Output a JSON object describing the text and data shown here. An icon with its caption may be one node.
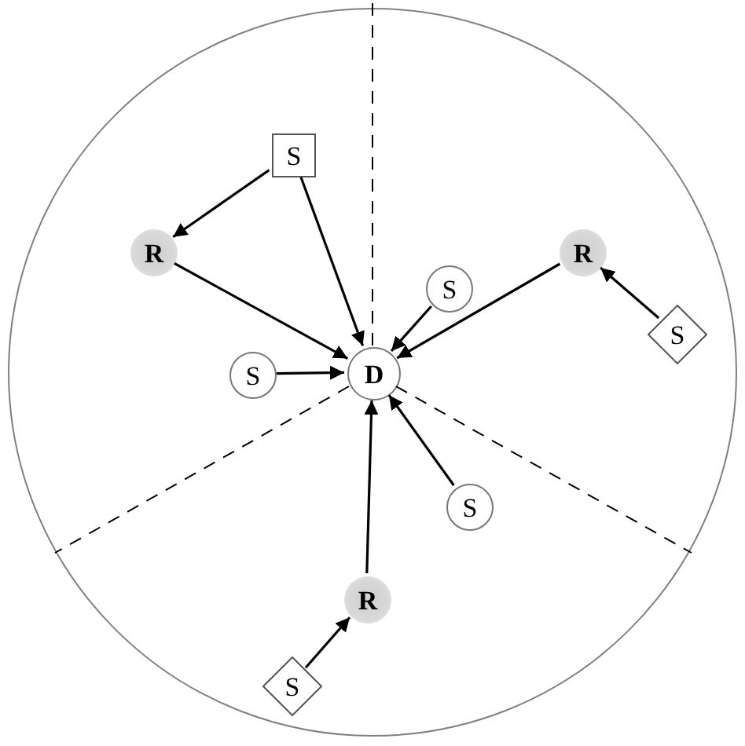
{
  "diagram": {
    "nodes": [
      {
        "text": [],
        "shape": "circle"
      },
      {
        "text": [
          "S"
        ],
        "in": 0
      },
      {
        "text": [
          "R"
        ],
        "in": 0
      },
      {
        "text": [
          "S"
        ],
        "in": 0
      },
      {
        "text": [
          "R"
        ],
        "in": 0
      },
      {
        "text": [
          "S"
        ],
        "in": 0
      },
      {
        "text": [
          "D"
        ],
        "in": 0
      },
      {
        "text": [
          "S"
        ],
        "in": 0
      },
      {
        "text": [
          "S"
        ],
        "in": 0
      },
      {
        "text": [
          "R"
        ],
        "in": 0
      },
      {
        "text": [
          "S"
        ],
        "in": 0
      }
    ],
    "edges": [
      {
        "from": 1,
        "to": 2,
        "arrow": "to"
      },
      {
        "from": 1,
        "to": 6,
        "arrow": "to"
      },
      {
        "from": 2,
        "to": 6,
        "arrow": "to"
      },
      {
        "from": 3,
        "to": 6,
        "arrow": "to"
      },
      {
        "from": 4,
        "to": 6,
        "arrow": "to"
      },
      {
        "from": 7,
        "to": 4,
        "arrow": "to"
      },
      {
        "from": 5,
        "to": 6,
        "arrow": "to"
      },
      {
        "from": 8,
        "to": 6,
        "arrow": "to"
      },
      {
        "from": 9,
        "to": 6,
        "arrow": "to"
      },
      {
        "from": 10,
        "to": 9,
        "arrow": "to"
      }
    ]
  }
}
